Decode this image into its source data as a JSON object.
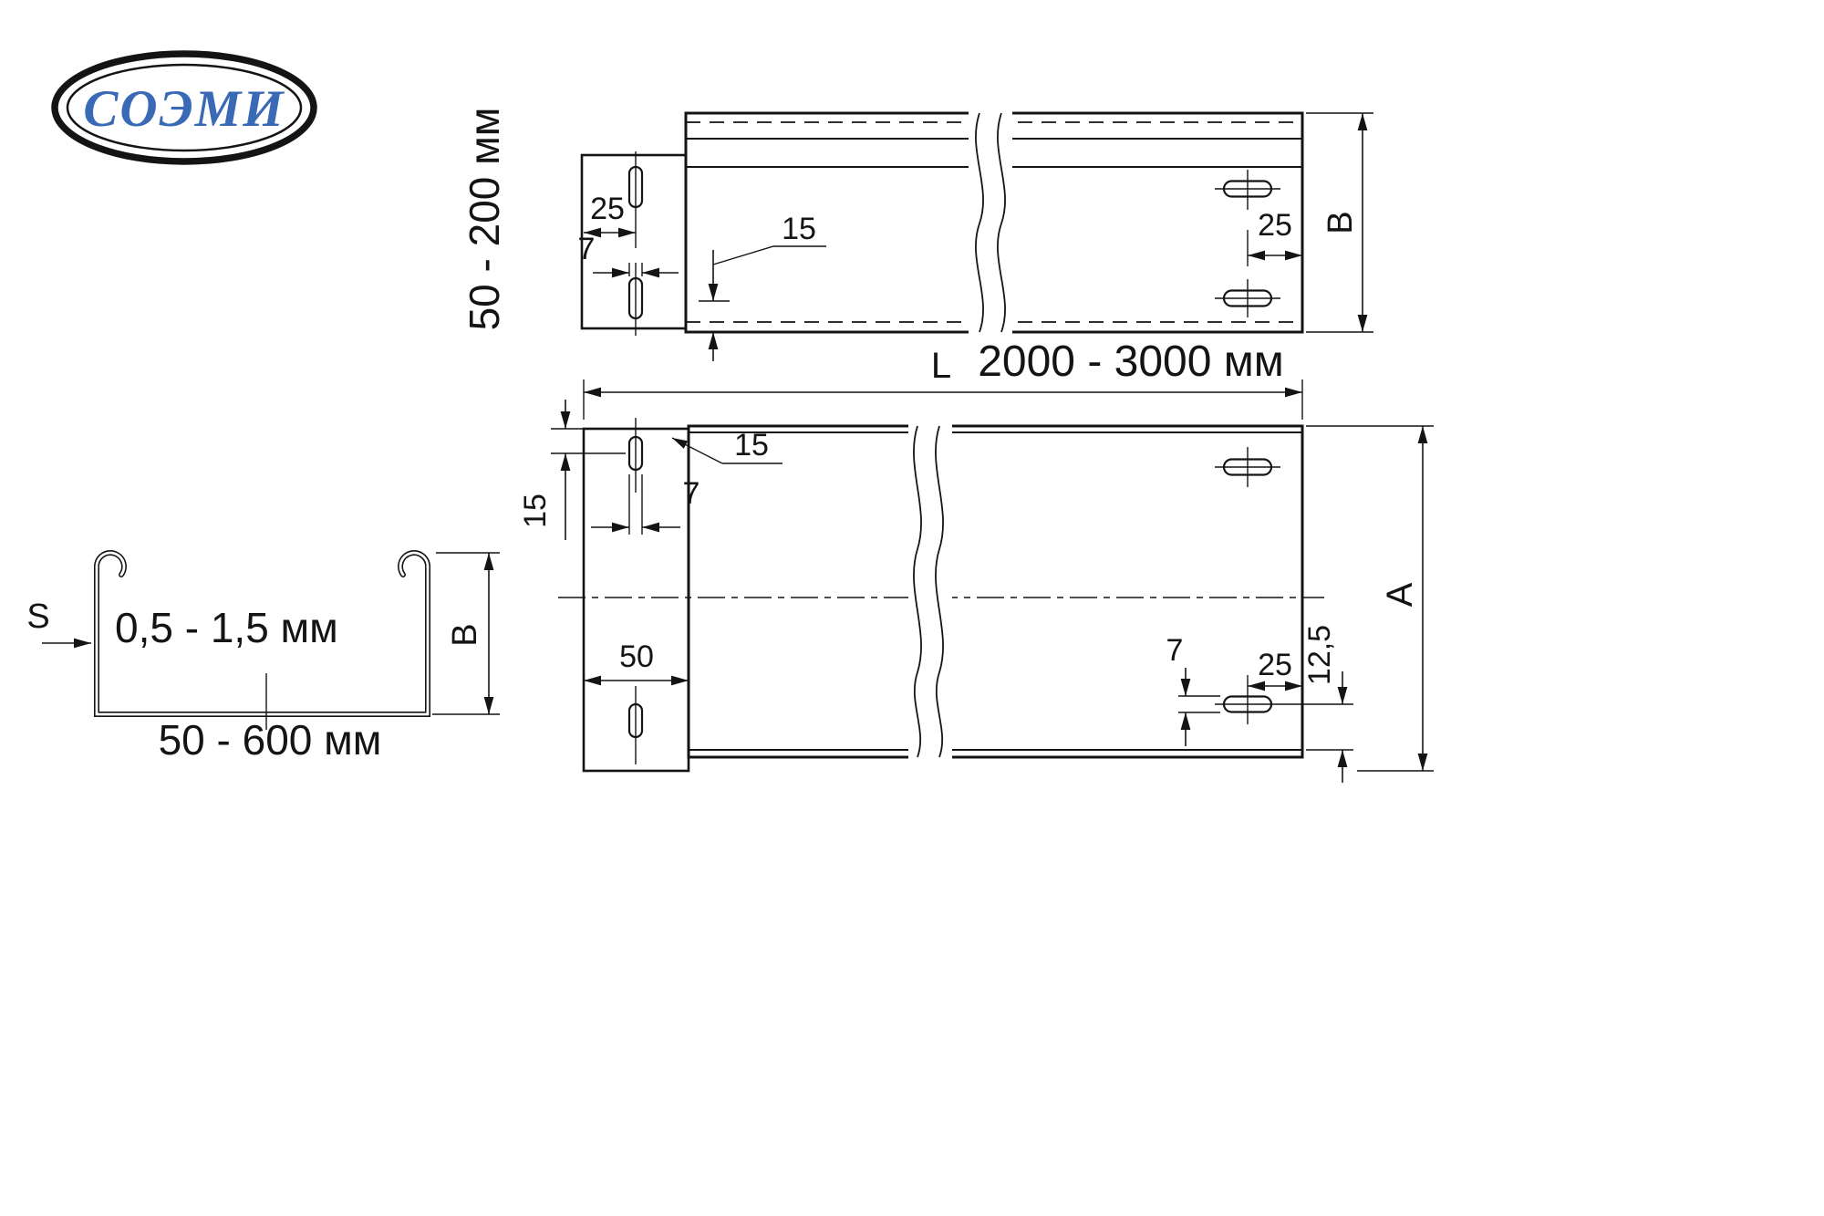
{
  "logo": {
    "text": "СОЭМИ",
    "color": "#3a6ab5"
  },
  "side_view": {
    "height_range": "50 - 200 мм",
    "dim_hole_offset": "25",
    "dim_hole_width": "7",
    "dim_flange_offset": "15",
    "dim_hole_edge": "25",
    "dim_height_letter": "B"
  },
  "plan_view": {
    "length_letter": "L",
    "length_range": "2000 - 3000 мм",
    "dim_edge_leader": "15",
    "dim_hole_width": "7",
    "dim_top_offset": "15",
    "dim_flange_width": "50",
    "dim_hole_height": "7",
    "dim_hole_edge": "25",
    "dim_hole_bottom": "12,5",
    "dim_width_letter": "A"
  },
  "section_view": {
    "thickness_letter": "S",
    "thickness_range": "0,5 - 1,5 мм",
    "height_letter": "B",
    "width_range": "50 - 600 мм"
  }
}
